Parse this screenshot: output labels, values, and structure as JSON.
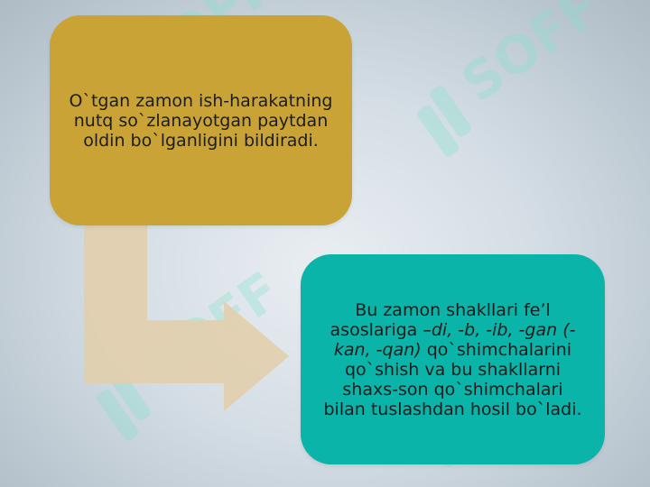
{
  "diagram": {
    "box_top": {
      "text": "O`tgan zamon ish-harakatning nutq so`zlanayotgan paytdan oldin bo`lganligini bildiradi.",
      "color": "#c9a336"
    },
    "box_bottom": {
      "text_part1": "Bu zamon shakllari fe’l asoslariga ",
      "text_italic": "–di, -b, -ib, -gan (-kan, -qan)",
      "text_part2": " qo`shimchalarini qo`shish va bu shakllarni shaxs-son qo`shimchalari bilan tuslashdan hosil bo`ladi.",
      "color": "#0ab4a8"
    },
    "arrow_color": "#e2cfae"
  },
  "watermark": {
    "text": "SOFF",
    "color": "#7fe3c9"
  }
}
